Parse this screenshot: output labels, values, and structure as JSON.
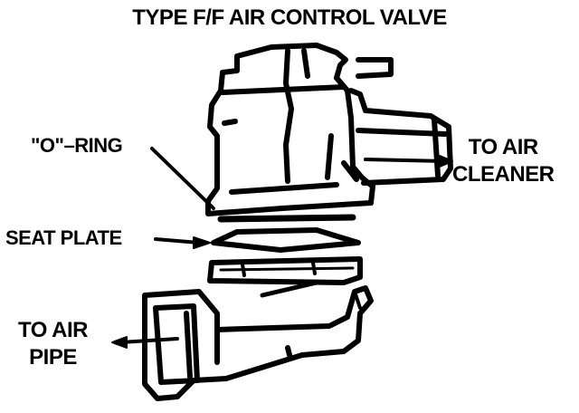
{
  "title": "TYPE F/F AIR CONTROL VALVE",
  "labels": {
    "o_ring": "\"O\"–RING",
    "seat_plate": "SEAT PLATE",
    "to_air_cleaner_line1": "TO AIR",
    "to_air_cleaner_line2": "CLEANER",
    "to_air_pipe_line1": "TO AIR",
    "to_air_pipe_line2": "PIPE"
  },
  "colors": {
    "ink": "#000000",
    "paper": "#ffffff"
  }
}
